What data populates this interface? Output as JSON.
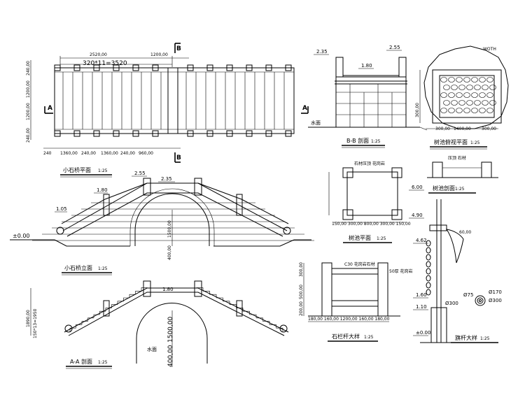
{
  "plan": {
    "title": "小石桥平面",
    "scale": "1:25",
    "dim_top_left": "2520,00",
    "dim_top_right": "1200,00",
    "dim_span": "320*11=3520",
    "dim_left_1": "240,00",
    "dim_left_2": "1200,00",
    "dim_left_3": "1200,00",
    "dim_left_4": "240,00",
    "dim_bottom_1": "240",
    "dim_bottom_2": "1360,00",
    "dim_bottom_3": "240,00",
    "dim_bottom_4": "1360,00",
    "dim_bottom_5": "240,00",
    "dim_bottom_6": "960,00",
    "cut_a": "A",
    "cut_b": "B"
  },
  "elevation": {
    "title": "小石桥立面",
    "scale": "1:25",
    "lvl_base": "±0.00",
    "lvl_1": "1.05",
    "lvl_2": "1.80",
    "lvl_3": "2.55",
    "lvl_4": "2.35",
    "dim_arch": "1500,00",
    "dim_foot": "400,00"
  },
  "section_aa": {
    "title": "A-A 剖面",
    "scale": "1:25",
    "lvl_top": "1.80",
    "dim_left": "1890,00",
    "dim_left_2": "150*13=1950",
    "dim_arch": "400,00",
    "dim_arch_2": "1500,00",
    "water": "水面"
  },
  "section_bb": {
    "title": "B-B 剖面",
    "scale": "1:25",
    "lvl_left": "2.35",
    "lvl_right": "2.55",
    "lvl_mid": "1.80",
    "water": "水面"
  },
  "tree_pool_top": {
    "title": "树池俯视平面",
    "scale": "1:25",
    "dim_1": "300,00",
    "dim_2": "1400,00",
    "dim_3": "300,00",
    "dim_v": "300,00",
    "note": "WOTH"
  },
  "tree_pool_section": {
    "title": "树池剖面",
    "scale": "1:25",
    "note": "压顶 石材"
  },
  "tree_pool_plan": {
    "title": "树池平面",
    "scale": "1:25",
    "dims": "150,00 300,00 800,00 300,00 150,00",
    "note": "石材压顶 花岗岩"
  },
  "railing": {
    "title": "石栏杆大样",
    "scale": "1:25",
    "dims": "180,00 160,00 1200,00 160,00 180,00",
    "note_1": "C30 花岗岩石材",
    "note_2": "50厚 花岗岩",
    "v_1": "300,00",
    "v_2": "500,00",
    "v_3": "200,00"
  },
  "flagpole": {
    "title": "旗杆大样",
    "scale": "1:25",
    "lvl_1": "6.00",
    "lvl_2": "4.90",
    "lvl_3": "4.62",
    "lvl_4": "1.60",
    "lvl_5": "1.10",
    "lvl_6": "±0.00",
    "dim_top": "60,00",
    "dim_pole": "Ø300",
    "dia_1": "Ø75",
    "dia_2": "Ø170",
    "dia_3": "Ø300"
  }
}
